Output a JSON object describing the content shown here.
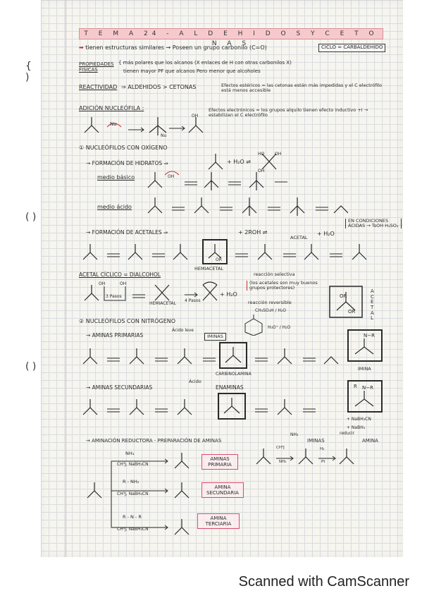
{
  "title": "T E M A 24 - A L D E H I D O S Y C E T O N A S",
  "intro": {
    "line1": "tienen estructuras similares → Poseen un grupo carbonilo (C=O)",
    "box": "CICLO = CARBALDEHIDO",
    "props_label": "PROPIEDADES FÍSICAS",
    "props_1": "{ más polares que los alcanos (X enlaces de H con otras carbonilos X)",
    "props_2": "tienen mayor PF que alcanos Pero menor que alcoholes"
  },
  "reactividad": {
    "label": "REACTIVIDAD",
    "text": "⇒ ALDEHIDOS > CETONAS",
    "effect1": "Efectos estéricos = las cetonas están más impedidas y el C electrófilo está menos accesible",
    "effect2": "Efectos electrónicos = los grupos alquilo tienen efecto inductivo +I → estabilizan el C electrófilo"
  },
  "adicion": {
    "label": "ADICIÓN NUCLEÓFILA :"
  },
  "section1": {
    "label": "① NUCLEÓFILOS CON OXÍGENO",
    "hidratos": "→ FORMACIÓN DE HIDRATOS ⇒",
    "hidratos_eq": "+ H₂O ⇌",
    "medio_basico": "medio básico",
    "medio_acido": "medio ácido",
    "acetales": "→ FORMACIÓN DE ACETALES ⇒",
    "acetales_eq": "+ 2ROH ⇌",
    "acetales_eq2": "+ H₂O",
    "condiciones": "EN CONDICIONES ÁCIDAS → TsOH H₂SO₄",
    "hemiacetal": "HEMIACETAL",
    "acetal": "ACETAL",
    "acetal_vert": "ACETAL",
    "acetal_ciclico": "ACETAL CÍCLICO = DIALCOHOL",
    "pasos": "3 Pasos",
    "hemiacetal2": "HEMIACETAL",
    "pasos2": "4 Pasos",
    "h2o_plus": "+ H₂O",
    "protectores": "(los acetales son muy buenos grupos protectores)",
    "reaccion_selectiva": "reacción selectiva",
    "reaccion_reversible": "reacción reversible",
    "reactivos": "CH₃SO₃H / H₂O",
    "hidrolisis": "H₃O⁺ / H₂O"
  },
  "section2": {
    "label": "② NUCLEÓFILOS CON NITRÓGENO",
    "primarias": "→ AMINAS PRIMARIAS",
    "acido_leve": "Ácido leve",
    "iminas": "IMINAS",
    "carbinolamina": "CARBINOLAMINA",
    "imina": "IMINA",
    "secundarias": "→ AMINAS SECUNDARIAS",
    "acido": "Ácido",
    "enaminas": "ENAMINAS",
    "nabh3cn": "+ NaBH₃CN",
    "nabh4": "+ NaBH₄"
  },
  "aminacion": {
    "label": "→ AMINACIÓN REDUCTORA - PREPARACIÓN DE AMINAS",
    "nh3": "NH₃",
    "iminas": "IMINAS",
    "reducir": "reducir",
    "amina": "AMINA",
    "cond_nh3": "CH³J, NaBH₃CN",
    "cond_r": "CH³J, NaBH₃CN",
    "cond_rr": "CH³J, NaBH₃CN",
    "reag1": "NH₃",
    "reag2": "R - NH₂",
    "reag3": "R - N - R",
    "box1": "AMINAS PRIMARIA",
    "box2": "AMINA SECUNDARIA",
    "box3": "AMINA TERCIARIA",
    "h2": "H₂",
    "pt": "Pt",
    "ch3j": "CH³J",
    "nh3b": "NH₃"
  },
  "footer": "Scanned with CamScanner"
}
